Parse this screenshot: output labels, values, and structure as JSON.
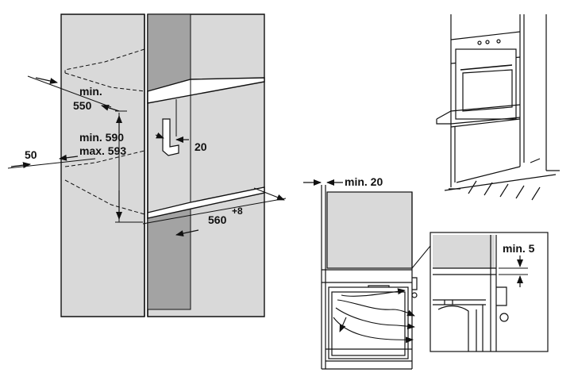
{
  "installation_diagram": {
    "labels": {
      "depth_min": "min.",
      "depth_val": "550",
      "height_min": "min. 590",
      "height_max": "max. 593",
      "side_gap": "50",
      "vent_gap": "20",
      "width_main": "560",
      "width_tol": "+8",
      "rear_gap": "min. 20",
      "top_gap": "min. 5"
    },
    "colors": {
      "panel_gray": "#d9d9d9",
      "line": "#111111"
    }
  }
}
